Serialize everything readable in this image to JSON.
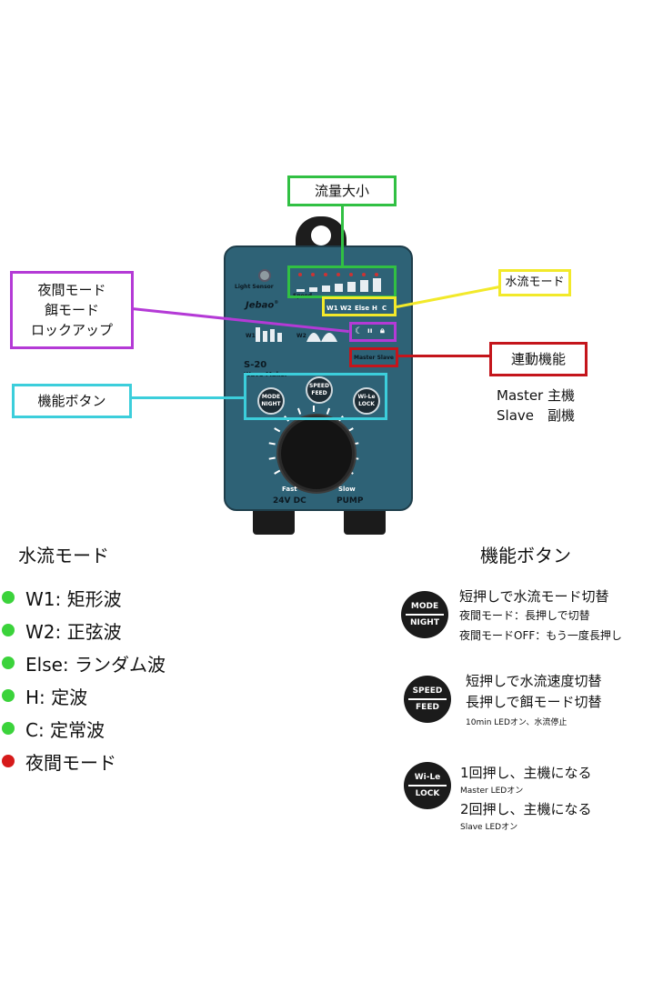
{
  "device": {
    "light_sensor": "Light Sensor",
    "speed": "Speed",
    "brand": "Jebao",
    "brand_mark": "®",
    "model": "S-20",
    "subtitle": "Wave Maker",
    "modes": [
      "W1",
      "W2",
      "Else",
      "H",
      "C"
    ],
    "wave_w1": "W1",
    "wave_w2": "W2",
    "master_slave": "Master Slave",
    "buttons": {
      "mode_top": "MODE",
      "mode_bottom": "NIGHT",
      "speed_top": "SPEED",
      "speed_bottom": "FEED",
      "wile_top": "Wi-Le",
      "wile_bottom": "LOCK"
    },
    "fast": "Fast",
    "slow": "Slow",
    "voltage": "24V DC",
    "pump": "PUMP"
  },
  "callouts": {
    "flow_size": "流量大小",
    "night_feed_lock": "夜間モード\n餌モード\nロックアップ",
    "flow_mode": "水流モード",
    "link_function": "連動機能",
    "master_line": "Master 主機",
    "slave_line": "Slave　副機",
    "function_buttons": "機能ボタン"
  },
  "flow_modes": {
    "title": "水流モード",
    "items": [
      {
        "label": "W1:  矩形波",
        "color": "#3bd33b"
      },
      {
        "label": "W2:  正弦波",
        "color": "#3bd33b"
      },
      {
        "label": "Else:  ランダム波",
        "color": "#3bd33b"
      },
      {
        "label": "H:  定波",
        "color": "#3bd33b"
      },
      {
        "label": "C:  定常波",
        "color": "#3bd33b"
      },
      {
        "label": "夜間モード",
        "color": "#d61a1a"
      }
    ]
  },
  "functions": {
    "title": "機能ボタン",
    "mode": {
      "icon_top": "MODE",
      "icon_bottom": "NIGHT",
      "line1": "短押しで水流モード切替",
      "line2": "夜間モード：長押しで切替",
      "line3": "夜間モードOFF：もう一度長押し"
    },
    "speed": {
      "icon_top": "SPEED",
      "icon_bottom": "FEED",
      "line1": "短押しで水流速度切替",
      "line2": "長押しで餌モード切替",
      "line3": "10min LEDオン、水流停止"
    },
    "wile": {
      "icon_top": "Wi-Le",
      "icon_bottom": "LOCK",
      "line1": "1回押し、主機になる",
      "line2": "Master LEDオン",
      "line3": "2回押し、主機になる",
      "line4": "Slave LEDオン"
    }
  }
}
